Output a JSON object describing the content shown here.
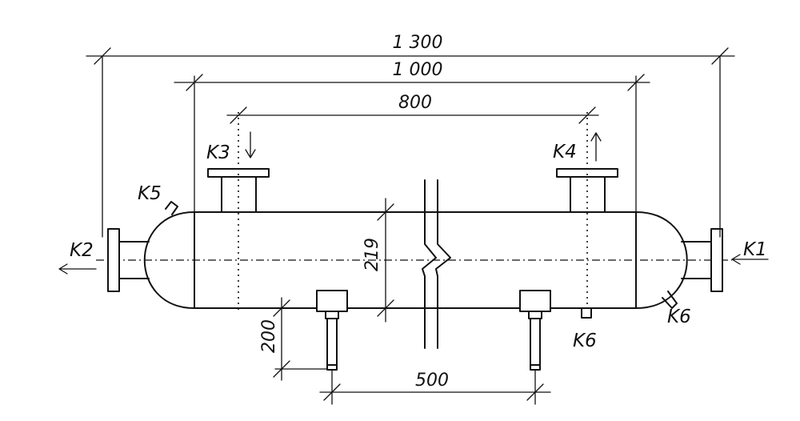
{
  "dimensions": {
    "overall_length": "1 300",
    "shell_length": "1 000",
    "nozzle_spacing": "800",
    "shell_diameter": "219",
    "drain_length": "200",
    "drain_spacing": "500"
  },
  "connections": {
    "k1": "K1",
    "k2": "K2",
    "k3": "K3",
    "k4": "K4",
    "k5": "K5",
    "k6_bottom": "K6",
    "k6_head": "K6"
  }
}
